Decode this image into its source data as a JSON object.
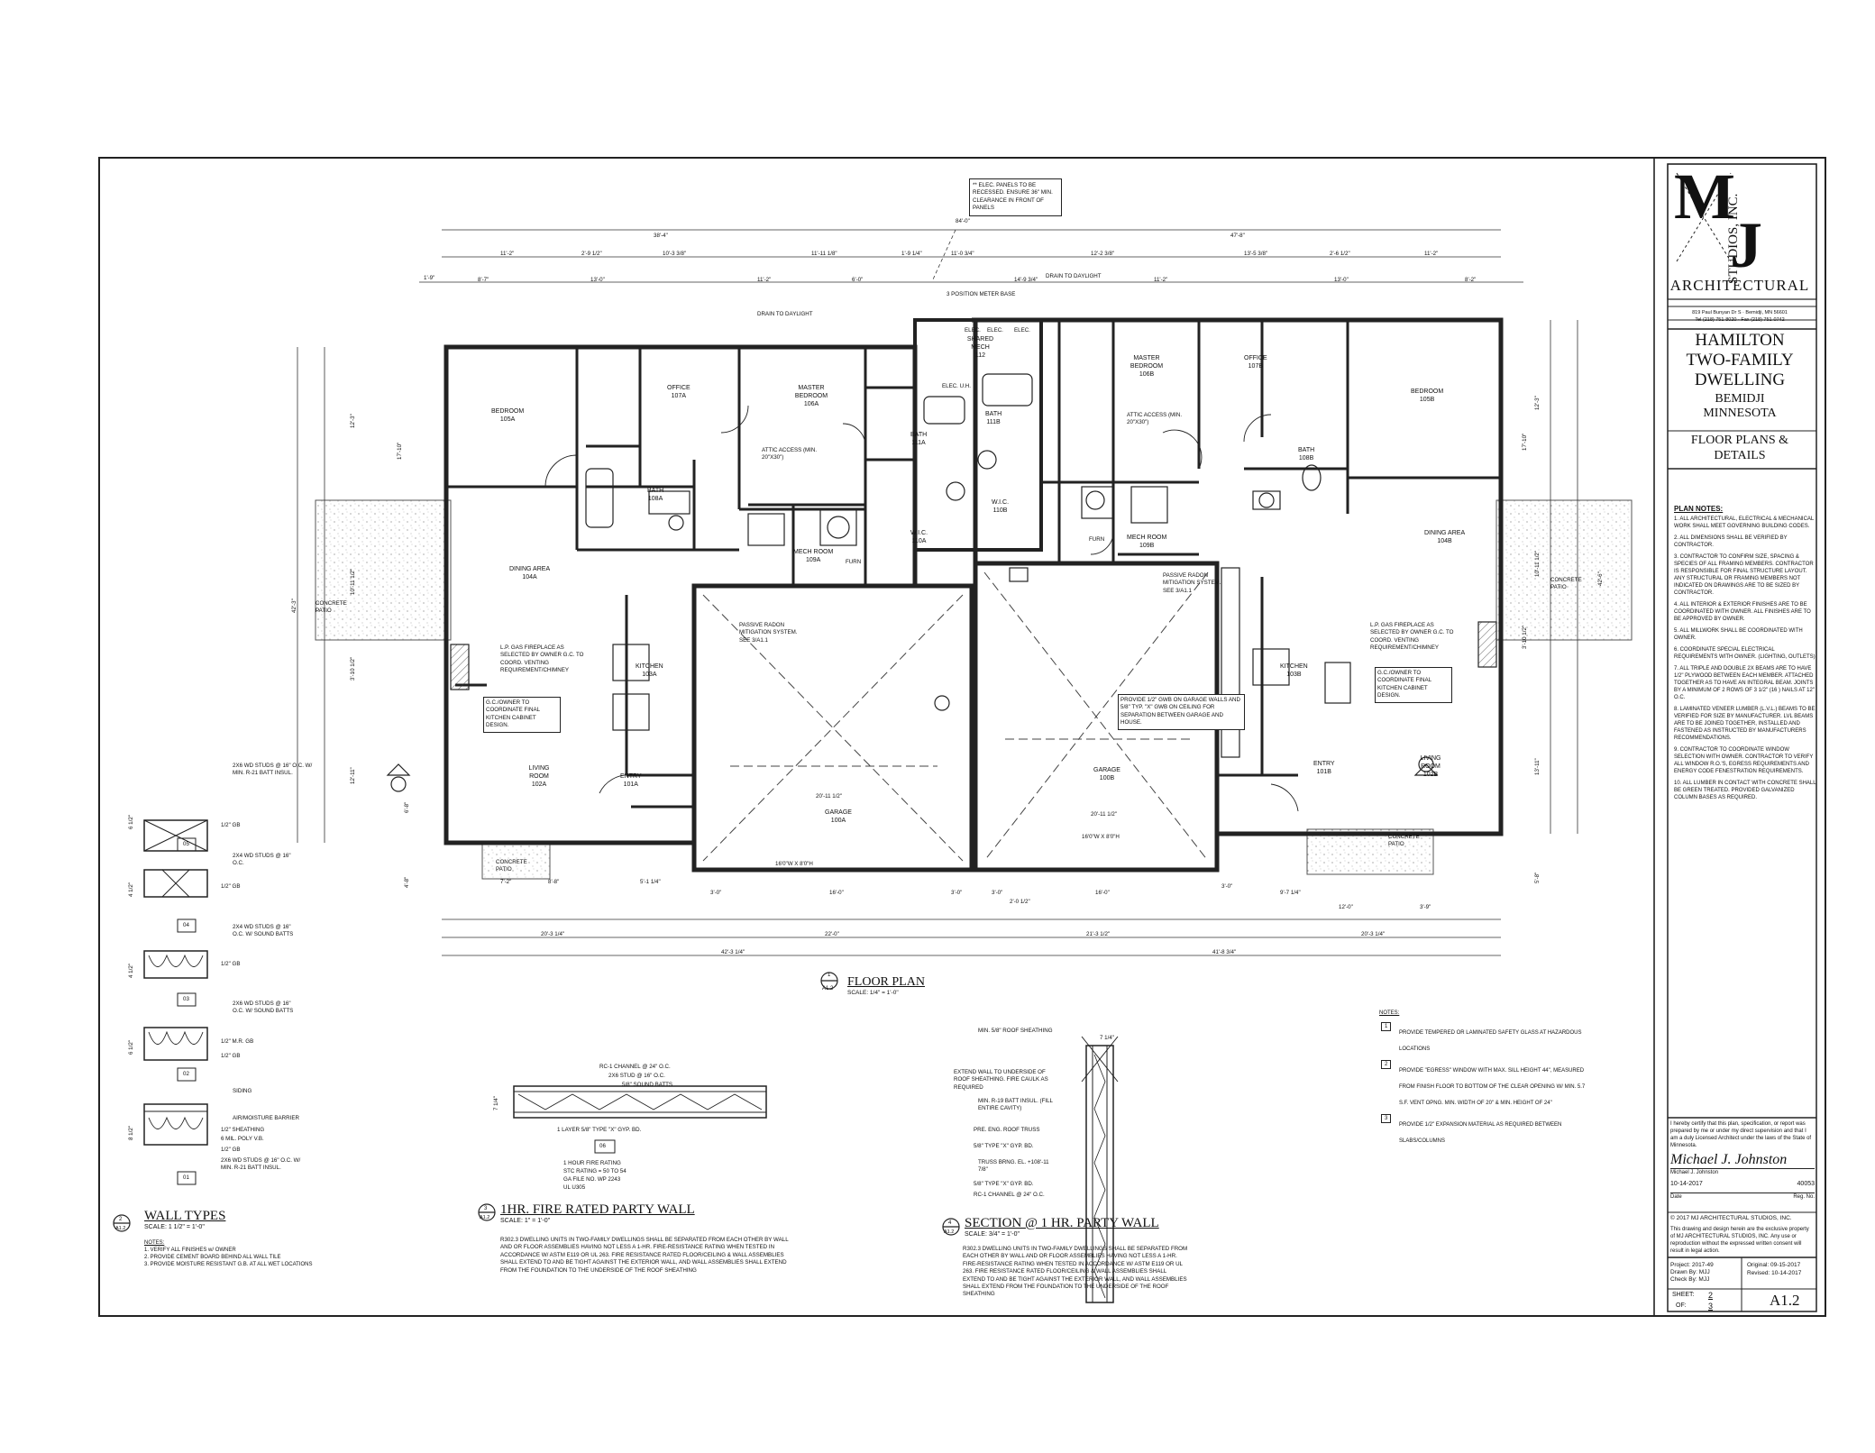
{
  "firm": {
    "logo_letters": [
      "M",
      "J"
    ],
    "logo_arc": "STUDIOS, INC.",
    "logo_sub": "ARCHITECTURAL",
    "address": "819 Paul Bunyan Dr S · Bemidji, MN 56601",
    "phone": "Tel (218) 751-8020 · Fax (218) 751-0742"
  },
  "project": {
    "name_lines": [
      "HAMILTON",
      "TWO-FAMILY",
      "DWELLING"
    ],
    "location_lines": [
      "BEMIDJI",
      "MINNESOTA"
    ],
    "sheet_title_lines": [
      "FLOOR PLANS &",
      "DETAILS"
    ]
  },
  "plan_notes": {
    "heading": "PLAN NOTES:",
    "items": [
      "1. ALL ARCHITECTURAL, ELECTRICAL & MECHANICAL WORK SHALL MEET GOVERNING BUILDING CODES.",
      "2. ALL DIMENSIONS SHALL BE VERIFIED BY CONTRACTOR.",
      "3. CONTRACTOR TO CONFIRM SIZE, SPACING & SPECIES OF ALL FRAMING MEMBERS. CONTRACTOR IS RESPONSIBLE FOR FINAL STRUCTURE LAYOUT. ANY STRUCTURAL OR FRAMING MEMBERS NOT INDICATED ON DRAWINGS ARE TO BE SIZED BY CONTRACTOR.",
      "4. ALL INTERIOR & EXTERIOR FINISHES ARE TO BE COORDINATED WITH OWNER. ALL FINISHES ARE TO BE APPROVED BY OWNER.",
      "5. ALL MILLWORK SHALL BE COORDINATED WITH OWNER.",
      "6. COORDINATE SPECIAL ELECTRICAL REQUIREMENTS WITH OWNER. (LIGHTING, OUTLETS)",
      "7. ALL TRIPLE AND DOUBLE 2X BEAMS ARE TO HAVE 1/2\" PLYWOOD BETWEEN EACH MEMBER. ATTACHED TOGETHER AS TO HAVE AN INTEGRAL BEAM. JOINTS BY A MINIMUM OF 2 ROWS OF 3 1/2\" (16 ) NAILS AT 12\" O.C.",
      "8. LAMINATED VENEER LUMBER (L.V.L.) BEAMS TO BE VERIFIED FOR SIZE BY MANUFACTURER. LVL BEAMS ARE TO BE JOINED TOGETHER, INSTALLED AND FASTENED AS INSTRUCTED BY MANUFACTURERS RECOMMENDATIONS.",
      "9. CONTRACTOR TO COORDINATE WINDOW SELECTION WITH OWNER. CONTRACTOR TO VERIFY ALL WINDOW R.O.'S, EGRESS REQUIREMENTS AND ENERGY CODE FENESTRATION REQUIREMENTS.",
      "10. ALL LUMBER IN CONTACT WITH CONCRETE SHALL BE GREEN TREATED. PROVIDED GALVANIZED COLUMN BASES AS REQUIRED."
    ]
  },
  "certification": {
    "text": "I hereby certify that this plan, specification, or report was prepared by me or under my direct supervision and that I am a duly Licensed Architect under the laws of the State of Minnesota.",
    "signature": "Michael J. Johnston",
    "name": "Michael J. Johnston",
    "date": "10-14-2017",
    "reg_no": "40053",
    "date_label": "Date",
    "reg_label": "Reg. No."
  },
  "copyright": {
    "line": "© 2017 MJ ARCHITECTURAL STUDIOS, INC.",
    "body": "This drawing and design herein are the exclusive property of MJ ARCHITECTURAL STUDIOS, INC. Any use or reproduction without the expressed written consent will result in legal action."
  },
  "project_info": {
    "project": "Project: 2017-49",
    "drawn_by": "Drawn By: MJJ",
    "check_by": "Check By: MJJ",
    "original": "Original: 09-15-2017",
    "revised": "Revised: 10-14-2017",
    "sheet_label": "SHEET:",
    "sheet_num": "2",
    "of_label": "OF:",
    "of_num": "3",
    "sheet_id": "A1.2"
  },
  "titles": {
    "floor_plan": {
      "num": "1",
      "ref": "A1.2",
      "title": "FLOOR PLAN",
      "scale": "SCALE: 1/4\" = 1'-0\""
    },
    "wall_types": {
      "num": "2",
      "ref": "A1.2",
      "title": "WALL TYPES",
      "scale": "SCALE: 1 1/2\" = 1'-0\""
    },
    "fire_wall": {
      "num": "3",
      "ref": "A1.2",
      "title": "1HR. FIRE RATED PARTY WALL",
      "scale": "SCALE: 1\" = 1'-0\""
    },
    "section": {
      "num": "4",
      "ref": "A1.2",
      "title": "SECTION @ 1 HR. PARTY WALL",
      "scale": "SCALE: 3/4\" = 1'-0\""
    }
  },
  "wall_types_notes": {
    "heading": "NOTES:",
    "items": [
      "1. VERIFY ALL FINISHES w/ OWNER",
      "2. PROVIDE CEMENT BOARD BEHIND ALL WALL TILE",
      "3. PROVIDE MOISTURE RESISTANT G.B. AT ALL WET LOCATIONS"
    ]
  },
  "wall_types": [
    {
      "tag": "05",
      "spec": "2x6 WD STUDS @ 16\" O.C. W/ MIN. R-21 BATT INSUL.",
      "board": "1/2\" GB",
      "width": "6 1/2\""
    },
    {
      "tag": "04",
      "spec": "2x4 WD STUDS @ 16\" O.C.",
      "board": "1/2\" GB",
      "width": "4 1/2\""
    },
    {
      "tag": "03",
      "spec": "2x4 WD STUDS @ 16\" O.C. W/ SOUND BATTS",
      "board": "1/2\" GB",
      "width": "4 1/2\""
    },
    {
      "tag": "02",
      "spec": "2x6 WD STUDS @ 16\" O.C. W/ SOUND BATTS",
      "board": "1/2\" M.R. GB",
      "board2": "1/2\" GB",
      "width": "6 1/2\""
    },
    {
      "tag": "01",
      "spec": "2x6 WD STUDS @ 16\" O.C. W/ MIN. R-21 BATT INSUL.",
      "layers": [
        "SIDING",
        "AIR/MOISTURE BARRIER",
        "1/2\" SHEATHING",
        "6 MIL. POLY V.B.",
        "1/2\" GB"
      ],
      "width": "8 1/2\""
    }
  ],
  "fire_wall": {
    "labels": [
      "RC-1 CHANNEL @ 24\" O.C.",
      "2x6 STUD @ 16\" O.C.",
      "5/8\" SOUND BATTS",
      "1 LAYER 5/8\" TYPE \"X\" GYP. BD."
    ],
    "dim": "7 1/4\"",
    "tag": "06",
    "rating": [
      "1 HOUR FIRE RATING",
      "STC RATING = 50 TO 54",
      "GA FILE NO. WP 2243",
      "UL U305"
    ],
    "note": "R302.3 DWELLING UNITS IN TWO-FAMILY DWELLINGS SHALL BE SEPARATED FROM EACH OTHER BY WALL AND OR FLOOR ASSEMBLIES HAVING NOT LESS A 1-HR. FIRE-RESISTANCE RATING WHEN TESTED IN ACCORDANCE w/ ASTM E119 OR UL 263. FIRE RESISTANCE RATED FLOOR/CEILING & WALL ASSEMBLIES SHALL EXTEND TO AND BE TIGHT AGAINST THE EXTERIOR WALL, AND WALL ASSEMBLIES SHALL EXTEND FROM THE FOUNDATION TO THE UNDERSIDE OF THE ROOF SHEATHING"
  },
  "section": {
    "labels": [
      "MIN. 5/8\" ROOF SHEATHING",
      "EXTEND WALL TO UNDERSIDE OF ROOF SHEATHING. FIRE CAULK AS REQUIRED",
      "MIN. R-19 BATT INSUL. (FILL ENTIRE CAVITY)",
      "PRE. ENG. ROOF TRUSS",
      "5/8\" TYPE \"X\" GYP. BD.",
      "TRUSS BRNG. EL. +108'-11 7/8\"",
      "5/8\" TYPE \"X\" GYP. BD.",
      "RC-1 CHANNEL @ 24\" O.C."
    ],
    "dim": "7 1/4\"",
    "note": "R302.3 DWELLING UNITS IN TWO-FAMILY DWELLINGS SHALL BE SEPARATED FROM EACH OTHER BY WALL AND OR FLOOR ASSEMBLIES HAVING NOT LESS A 1-HR. FIRE-RESISTANCE RATING WHEN TESTED IN ACCORDANCE w/ ASTM E119 OR UL 263. FIRE RESISTANCE RATED FLOOR/CEILING & WALL ASSEMBLIES SHALL EXTEND TO AND BE TIGHT AGAINST THE EXTERIOR WALL, AND WALL ASSEMBLIES SHALL EXTEND FROM THE FOUNDATION TO THE UNDERSIDE OF THE ROOF SHEATHING"
  },
  "general_notes": {
    "heading": "NOTES:",
    "items": [
      {
        "n": "1",
        "t": "PROVIDE TEMPERED OR LAMINATED SAFETY GLASS AT HAZARDOUS LOCATIONS"
      },
      {
        "n": "2",
        "t": "PROVIDE \"EGRESS\" WINDOW WITH MAX. SILL HEIGHT 44\", MEASURED FROM FINISH FLOOR TO BOTTOM OF THE CLEAR OPENING w/ MIN. 5.7 S.F. VENT OPNG. MIN. WIDTH OF 20\" & MIN. HEIGHT OF 24\""
      },
      {
        "n": "3",
        "t": "PROVIDE 1/2\" EXPANSION MATERIAL AS REQUIRED BETWEEN SLABS/COLUMNS"
      }
    ]
  },
  "elec_note": "** ELEC. PANELS TO BE RECESSED. ENSURE 36\" MIN. CLEARANCE IN FRONT OF PANELS",
  "rooms_a": [
    {
      "name": "BEDROOM",
      "num": "105A"
    },
    {
      "name": "OFFICE",
      "num": "107A"
    },
    {
      "name": "MASTER BEDROOM",
      "num": "106A"
    },
    {
      "name": "BATH",
      "num": "108A"
    },
    {
      "name": "BATH",
      "num": "111A"
    },
    {
      "name": "W.I.C.",
      "num": "110A"
    },
    {
      "name": "MECH ROOM",
      "num": "109A"
    },
    {
      "name": "DINING AREA",
      "num": "104A"
    },
    {
      "name": "KITCHEN",
      "num": "103A"
    },
    {
      "name": "LIVING ROOM",
      "num": "102A"
    },
    {
      "name": "ENTRY",
      "num": "101A"
    },
    {
      "name": "GARAGE",
      "num": "100A"
    }
  ],
  "rooms_b": [
    {
      "name": "SHARED MECH",
      "num": "112"
    },
    {
      "name": "MASTER BEDROOM",
      "num": "106B"
    },
    {
      "name": "OFFICE",
      "num": "107B"
    },
    {
      "name": "BEDROOM",
      "num": "105B"
    },
    {
      "name": "BATH",
      "num": "111B"
    },
    {
      "name": "BATH",
      "num": "108B"
    },
    {
      "name": "W.I.C.",
      "num": "110B"
    },
    {
      "name": "MECH ROOM",
      "num": "109B"
    },
    {
      "name": "DINING AREA",
      "num": "104B"
    },
    {
      "name": "KITCHEN",
      "num": "103B"
    },
    {
      "name": "LIVING ROOM",
      "num": "102B"
    },
    {
      "name": "ENTRY",
      "num": "101B"
    },
    {
      "name": "GARAGE",
      "num": "100B"
    }
  ],
  "plan_labels": {
    "drain_left": "DRAIN TO DAYLIGHT",
    "drain_right": "DRAIN TO DAYLIGHT",
    "meter_base": "3 POSITION METER BASE",
    "elec": [
      "ELEC.",
      "ELEC.",
      "ELEC."
    ],
    "elec_unit": "ELEC. U.H.",
    "attic_a": "ATTIC ACCESS (MIN. 20\"x30\")",
    "attic_b": "ATTIC ACCESS (MIN. 20\"x30\")",
    "radon_a": "PASSIVE RADON MITIGATION SYSTEM. SEE 3/A1.1",
    "radon_b": "PASSIVE RADON MITIGATION SYSTEM. SEE 3/A1.1",
    "fireplace_a": "L.P. GAS FIREPLACE AS SELECTED BY OWNER G.C. TO COORD. VENTING REQUIREMENT/CHIMNEY",
    "fireplace_b": "L.P. GAS FIREPLACE AS SELECTED BY OWNER G.C. TO COORD. VENTING REQUIREMENT/CHIMNEY",
    "cabinet_a": "G.C./OWNER TO COORDINATE FINAL KITCHEN CABINET DESIGN.",
    "cabinet_b": "G.C./OWNER TO COORDINATE FINAL KITCHEN CABINET DESIGN.",
    "garage_gyp": "PROVIDE 1/2\" GWB ON GARAGE WALLS AND 5/8\" TYP. \"X\" GWB ON CEILING FOR SEPARATION BETWEEN GARAGE AND HOUSE.",
    "patio_left": "CONCRETE PATIO",
    "patio_right": "CONCRETE PATIO",
    "stoop_left": "CONCRETE PATIO",
    "stoop_right": "CONCRETE PATIO",
    "furn": "FURN",
    "furn_b": "FURN",
    "door_a": "16'0\"W x 8'0\"H",
    "door_b": "16'0\"W x 8'0\"H",
    "garage_w_a": "20'-11 1/2\"",
    "garage_w_b": "20'-11 1/2\"",
    "tags": [
      "01",
      "02",
      "03",
      "04",
      "05",
      "06"
    ]
  },
  "dims": {
    "top_overall_left": "38'-4\"",
    "top_overall": "84'-0\"",
    "top_overall_right": "47'-8\"",
    "top_row2": [
      "11'-2\"",
      "2'-9 1/2\"",
      "10'-3 3/8\"",
      "11'-11 1/8\"",
      "1'-9 1/4\"",
      "11'-0 3/4\"",
      "12'-2 3/8\"",
      "13'-5 3/8\"",
      "2'-6 1/2\"",
      "11'-2\""
    ],
    "top_row3": [
      "1'-9\"",
      "8'-7\"",
      "13'-0\"",
      "11'-2\"",
      "6'-0\"",
      "14'-9 3/4\"",
      "11'-2\"",
      "13'-0\"",
      "8'-2\""
    ],
    "bottom_row1": [
      "20'-3 1/4\"",
      "22'-0\"",
      "21'-3 1/2\"",
      "20'-3 1/4\""
    ],
    "bottom_row2": [
      "42'-3 1/4\"",
      "41'-8 3/4\""
    ],
    "bottom_small": [
      "3'-0\"",
      "16'-0\"",
      "3'-0\"",
      "3'-0\"",
      "16'-0\"",
      "3'-0\"",
      "2'-0 1/2\"",
      "7'-2\"",
      "8'-8\"",
      "5'-1 1/4\"",
      "12'-0\"",
      "3'-9\"",
      "9'-7 1/4\""
    ],
    "left": [
      "12'-3\"",
      "17'-10\"",
      "10'-11 1/2\"",
      "42'-3\"",
      "3'-10 1/2\"",
      "12'-11\"",
      "6'-8\"",
      "4'-8\""
    ],
    "right": [
      "12'-3\"",
      "17'-10\"",
      "10'-11 1/2\"",
      "42'-6\"",
      "3'-10 1/2\"",
      "13'-11\"",
      "5'-8\""
    ]
  }
}
